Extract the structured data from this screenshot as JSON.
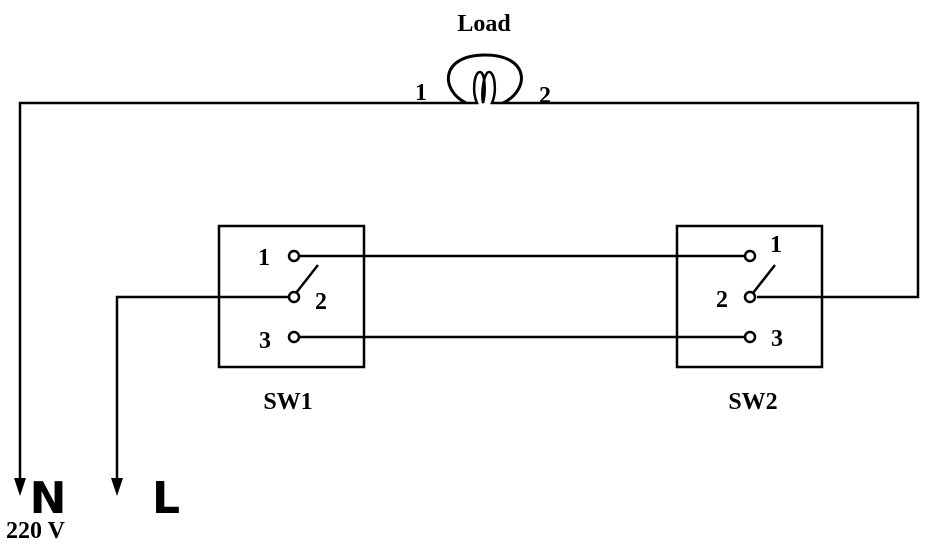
{
  "load": {
    "label": "Load",
    "terminal_1": "1",
    "terminal_2": "2"
  },
  "sw1": {
    "label": "SW1",
    "terminal_1": "1",
    "terminal_2": "2",
    "terminal_3": "3"
  },
  "sw2": {
    "label": "SW2",
    "terminal_1": "1",
    "terminal_2": "2",
    "terminal_3": "3"
  },
  "supply": {
    "neutral": "N",
    "live": "L",
    "voltage": "220 V"
  },
  "colors": {
    "line": "#000000",
    "background": "#ffffff"
  }
}
